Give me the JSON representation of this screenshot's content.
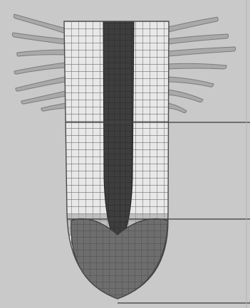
{
  "figure": {
    "subject": "root-tip-longitudinal-section",
    "regions": [
      {
        "id": "root-hair-zone"
      },
      {
        "id": "elongation-zone"
      },
      {
        "id": "meristem-zone"
      },
      {
        "id": "root-cap"
      }
    ],
    "label_pointer_lines": 3,
    "colors": {
      "background": "#c9c9c9",
      "cell_fill": "#e8e8e8",
      "cell_line": "#555555",
      "vascular_core": "#3e3e3e",
      "root_cap": "#6e6e6e",
      "root_hair": "#a9a9a9",
      "root_hair_edge": "#7c7c7c",
      "pointer_line": "#3a3a3a"
    }
  }
}
